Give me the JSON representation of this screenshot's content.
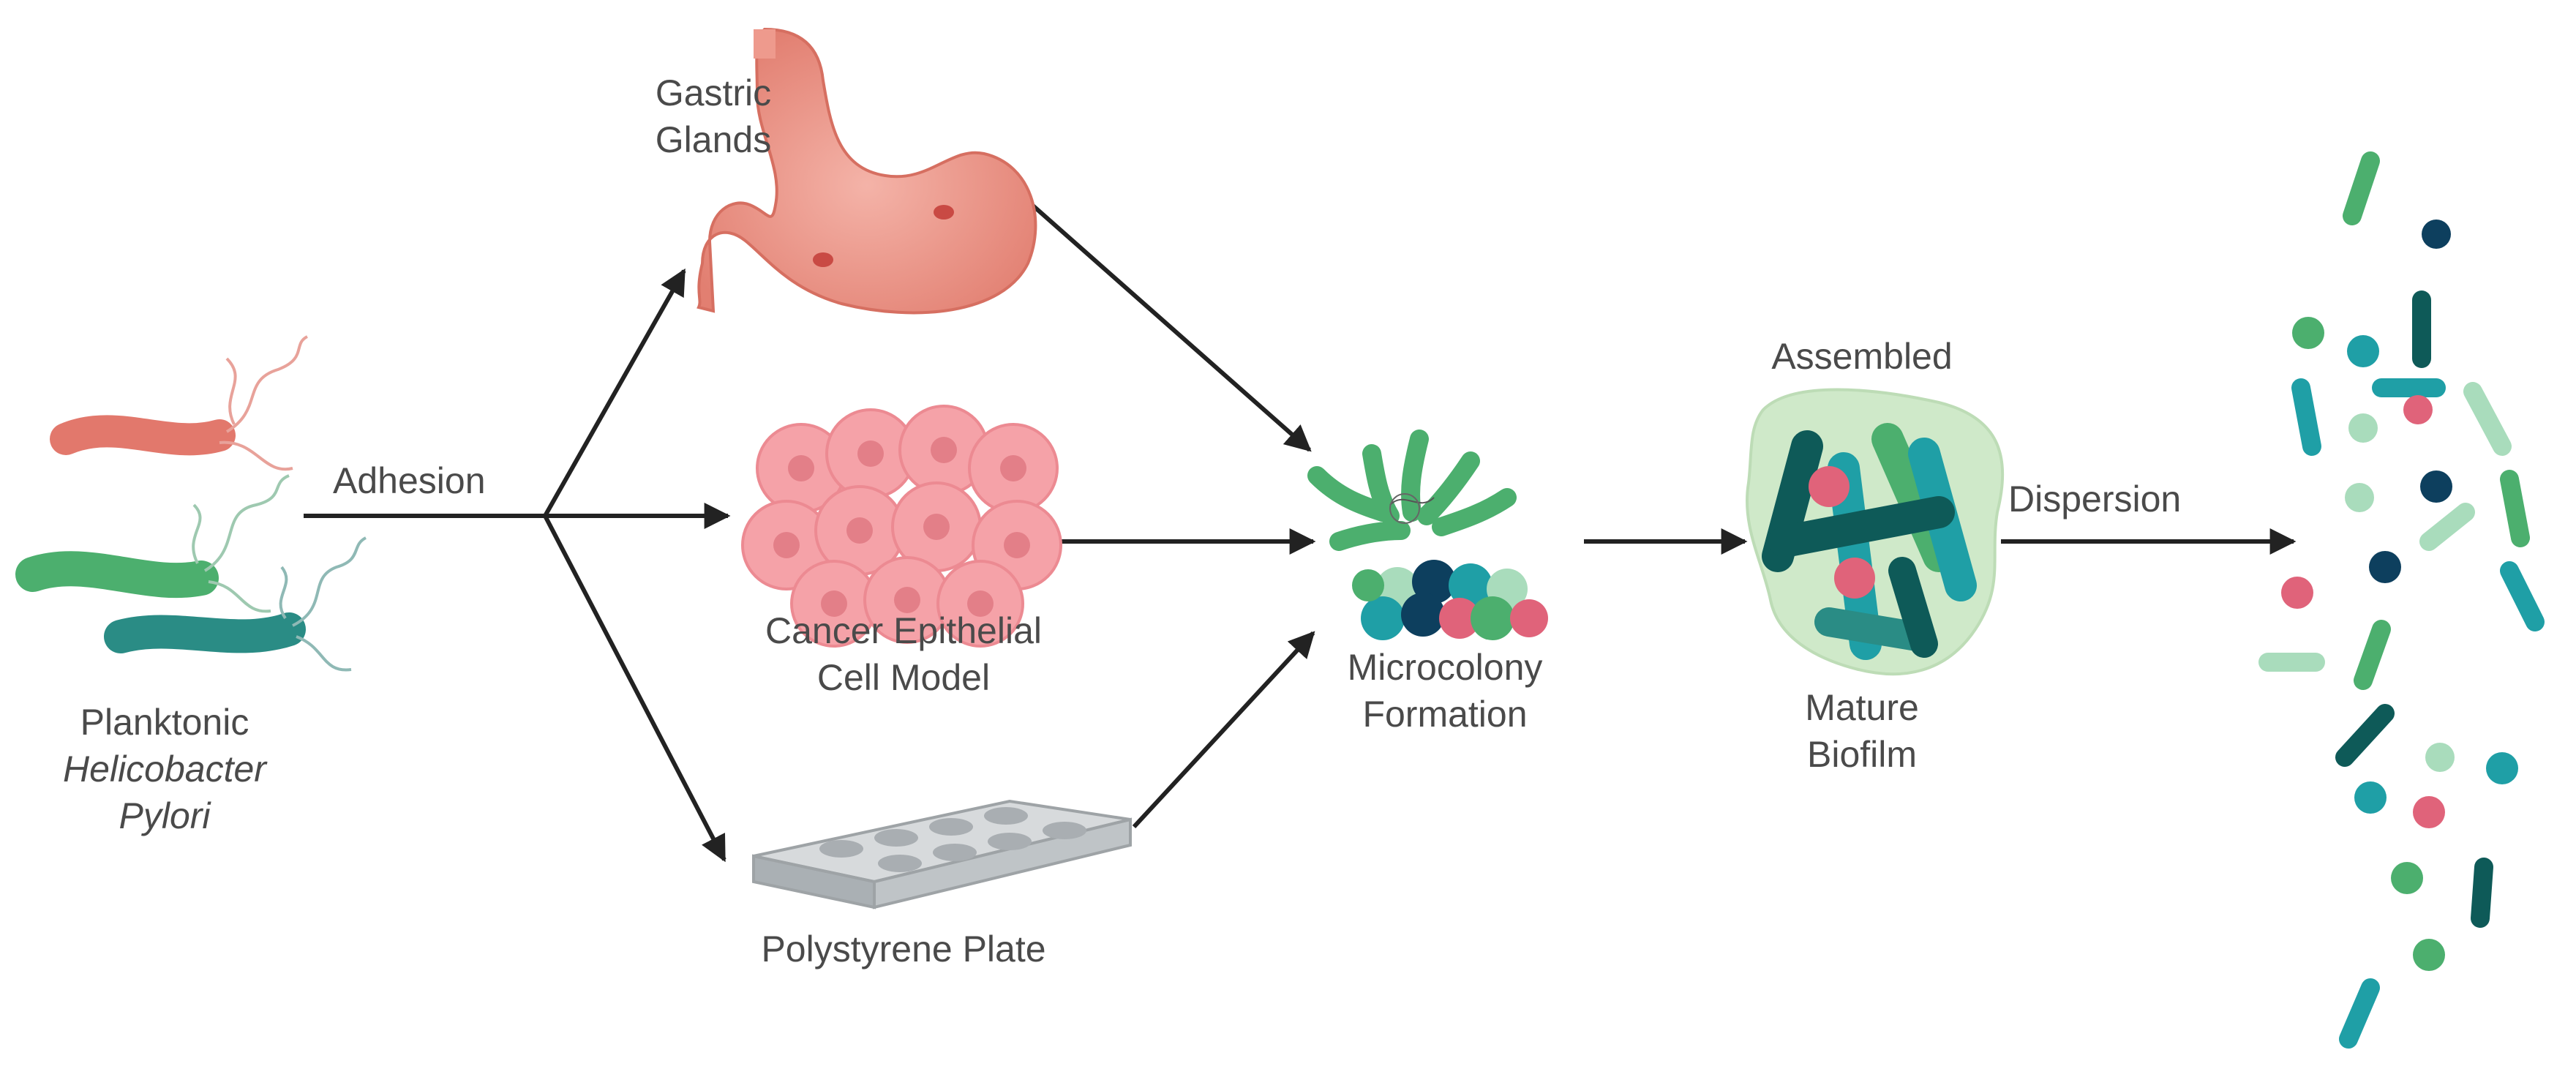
{
  "labels": {
    "planktonic": {
      "line1": "Planktonic",
      "line2": "Helicobacter",
      "line3": "Pylori"
    },
    "adhesion": "Adhesion",
    "gastric": {
      "line1": "Gastric",
      "line2": "Glands"
    },
    "cancer": {
      "line1": "Cancer Epithelial",
      "line2": "Cell Model"
    },
    "plate": "Polystyrene Plate",
    "microcolony": {
      "line1": "Microcolony",
      "line2": "Formation"
    },
    "assembled": "Assembled",
    "mature": {
      "line1": "Mature",
      "line2": "Biofilm"
    },
    "dispersion": "Dispersion"
  },
  "colors": {
    "text": "#4a4a4a",
    "arrow": "#222222",
    "salmon": "#e2786c",
    "green": "#4caf6e",
    "teal": "#2a8c85",
    "lightgreen": "#a9dcbc",
    "darkteal": "#0e5a58",
    "cyan": "#1f9fa6",
    "navy": "#0d3f5e",
    "pink": "#e0637a",
    "stomach": "#ee9a8d",
    "cell": "#f5a2a8",
    "plate": "#c9cdd0"
  }
}
